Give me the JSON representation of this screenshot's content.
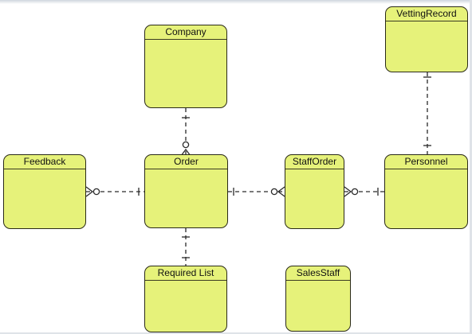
{
  "entities": {
    "company": "Company",
    "vetting_record": "VettingRecord",
    "feedback": "Feedback",
    "order": "Order",
    "staff_order": "StaffOrder",
    "personnel": "Personnel",
    "required_list": "Required List",
    "sales_staff": "SalesStaff"
  },
  "colors": {
    "entity_fill": "#e6f27a",
    "entity_border": "#2a2a18",
    "connector": "#2a2a2a"
  },
  "relationships": [
    {
      "from": "company",
      "to": "order",
      "from_end": "one",
      "to_end": "zero-or-many"
    },
    {
      "from": "vetting_record",
      "to": "personnel",
      "from_end": "one",
      "to_end": "one"
    },
    {
      "from": "feedback",
      "to": "order",
      "from_end": "zero-or-many",
      "to_end": "one"
    },
    {
      "from": "order",
      "to": "staff_order",
      "from_end": "one",
      "to_end": "zero-or-many"
    },
    {
      "from": "staff_order",
      "to": "personnel",
      "from_end": "zero-or-many",
      "to_end": "one"
    },
    {
      "from": "order",
      "to": "required_list",
      "from_end": "one",
      "to_end": "one"
    }
  ]
}
